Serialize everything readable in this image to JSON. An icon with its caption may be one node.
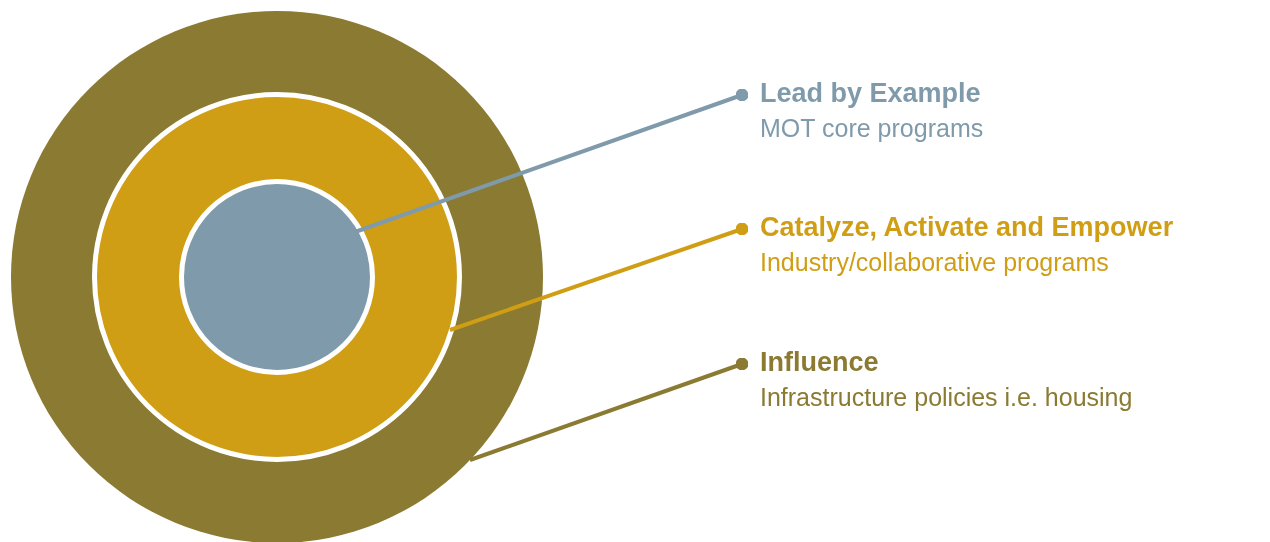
{
  "diagram": {
    "nodes": [
      {
        "text": [],
        "shape": "circle"
      },
      {
        "text": [],
        "shape": "circle",
        "in": 0
      },
      {
        "text": [],
        "shape": "circle",
        "in": 1
      },
      {
        "text": [
          "Lead by Example",
          "MOT core programs"
        ]
      },
      {
        "text": [
          "Catalyze, Activate and Empower",
          "Industry/collaborative programs"
        ]
      },
      {
        "text": [
          "Influence",
          "Infrastructure policies i.e. housing"
        ]
      }
    ],
    "edges": [
      {
        "from": 3,
        "to": 2,
        "arrow": "other",
        "color": "#7f9aab"
      },
      {
        "from": 4,
        "to": 1,
        "arrow": "other",
        "color": "#d09e15"
      },
      {
        "from": 5,
        "to": 0,
        "arrow": "other",
        "color": "#8a7a32"
      }
    ]
  }
}
